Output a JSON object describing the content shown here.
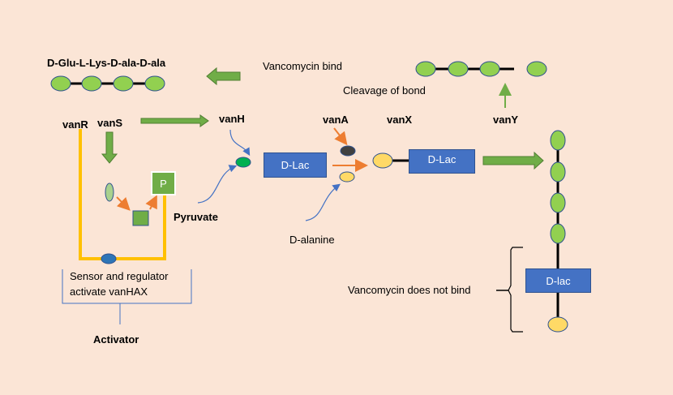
{
  "labels": {
    "peptide_normal": "D-Glu-L-Lys-D-ala-D-ala",
    "vancomycin_bind": "Vancomycin  bind",
    "cleavage": "Cleavage of bond",
    "vanR": "vanR",
    "vanS": "vanS",
    "vanH": "vanH",
    "vanA": "vanA",
    "vanX": "vanX",
    "vanY": "vanY",
    "pyruvate": "Pyruvate",
    "d_alanine": "D-alanine",
    "sensor_line1": "Sensor and regulator",
    "sensor_line2": "activate vanHAX",
    "activator": "Activator",
    "no_bind": "Vancomycin does not bind",
    "phosphate": "P",
    "dlac_1": "D-Lac",
    "dlac_2": "D-Lac",
    "dlac_3": "D-lac"
  },
  "colors": {
    "background": "#fbe5d6",
    "green_bead": "#92d050",
    "green_arrow": "#70ad47",
    "blue_box": "#4472c4",
    "orange_arrow": "#ed7d31",
    "yellow_line": "#ffc000",
    "yellow_bead": "#ffd966",
    "blue_curve": "#4472c4"
  }
}
